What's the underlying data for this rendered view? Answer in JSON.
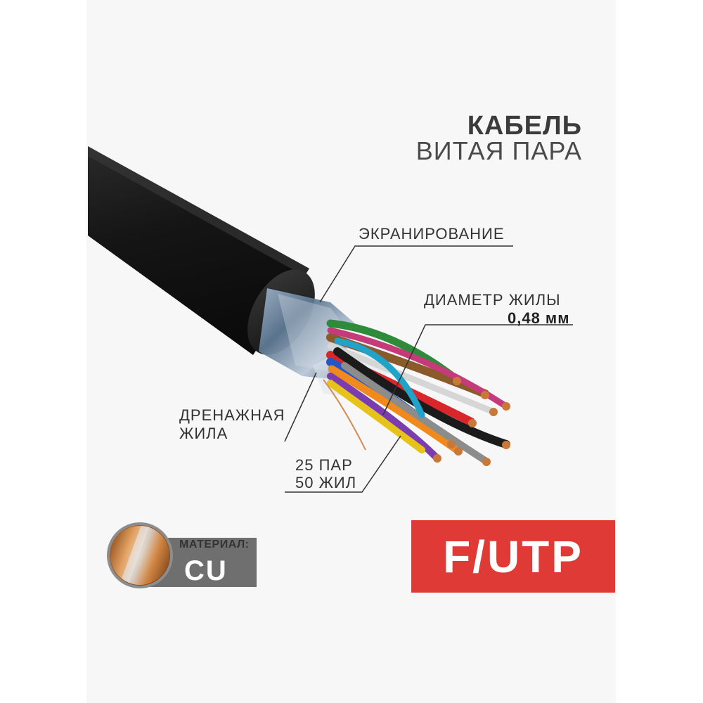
{
  "title": {
    "main": "КАБЕЛЬ",
    "sub": "ВИТАЯ ПАРА"
  },
  "callouts": {
    "shielding": "ЭКРАНИРОВАНИЕ",
    "conductor_diameter_label": "ДИАМЕТР ЖИЛЫ",
    "conductor_diameter_value": "0,48 мм",
    "drain_wire_line1": "ДРЕНАЖНАЯ",
    "drain_wire_line2": "ЖИЛА",
    "pairs_line1": "25 ПАР",
    "pairs_line2": "50 ЖИЛ"
  },
  "material": {
    "label": "МАТЕРИАЛ:",
    "value": "CU"
  },
  "cable_type": "F/UTP",
  "colors": {
    "badge_red": "#e03a36",
    "jacket": "#1c1c1c",
    "copper": "#c8793a",
    "material_plate": "#6f6f6f"
  },
  "icons": [
    "cable-illustration",
    "copper-cross-section-icon"
  ]
}
